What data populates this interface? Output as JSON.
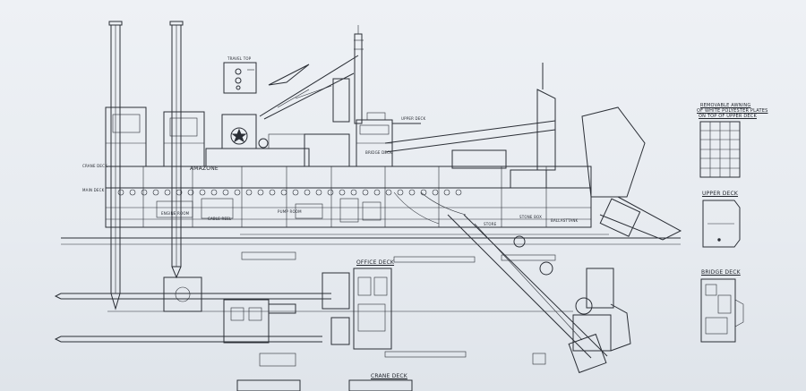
{
  "drawing": {
    "ship_name": "AMAZONE",
    "travel_top": "TRAVEL TOP",
    "crane_deck_side": "CRANE DECK",
    "main_deck": "MAIN DECK",
    "upper_deck_side": "UPPER DECK",
    "bridge_deck_side": "BRIDGE DECK",
    "office_deck": "OFFICE DECK",
    "crane_deck_plan": "CRANE DECK",
    "upper_deck_plan": "UPPER DECK",
    "bridge_deck_plan": "BRIDGE DECK",
    "removable_awning": "REMOVABLE AWNING",
    "awning_line2": "OF WHITE POLYESTER PLATES",
    "awning_line3": "ON TOP OF UPPER DECK",
    "ballast_tank": "BALLASTTANK",
    "engine_room": "ENGINE ROOM",
    "stone_box": "STONE BOX",
    "pump_room": "PUMP ROOM",
    "cable_reel": "CABLE REEL",
    "store": "STORE"
  }
}
